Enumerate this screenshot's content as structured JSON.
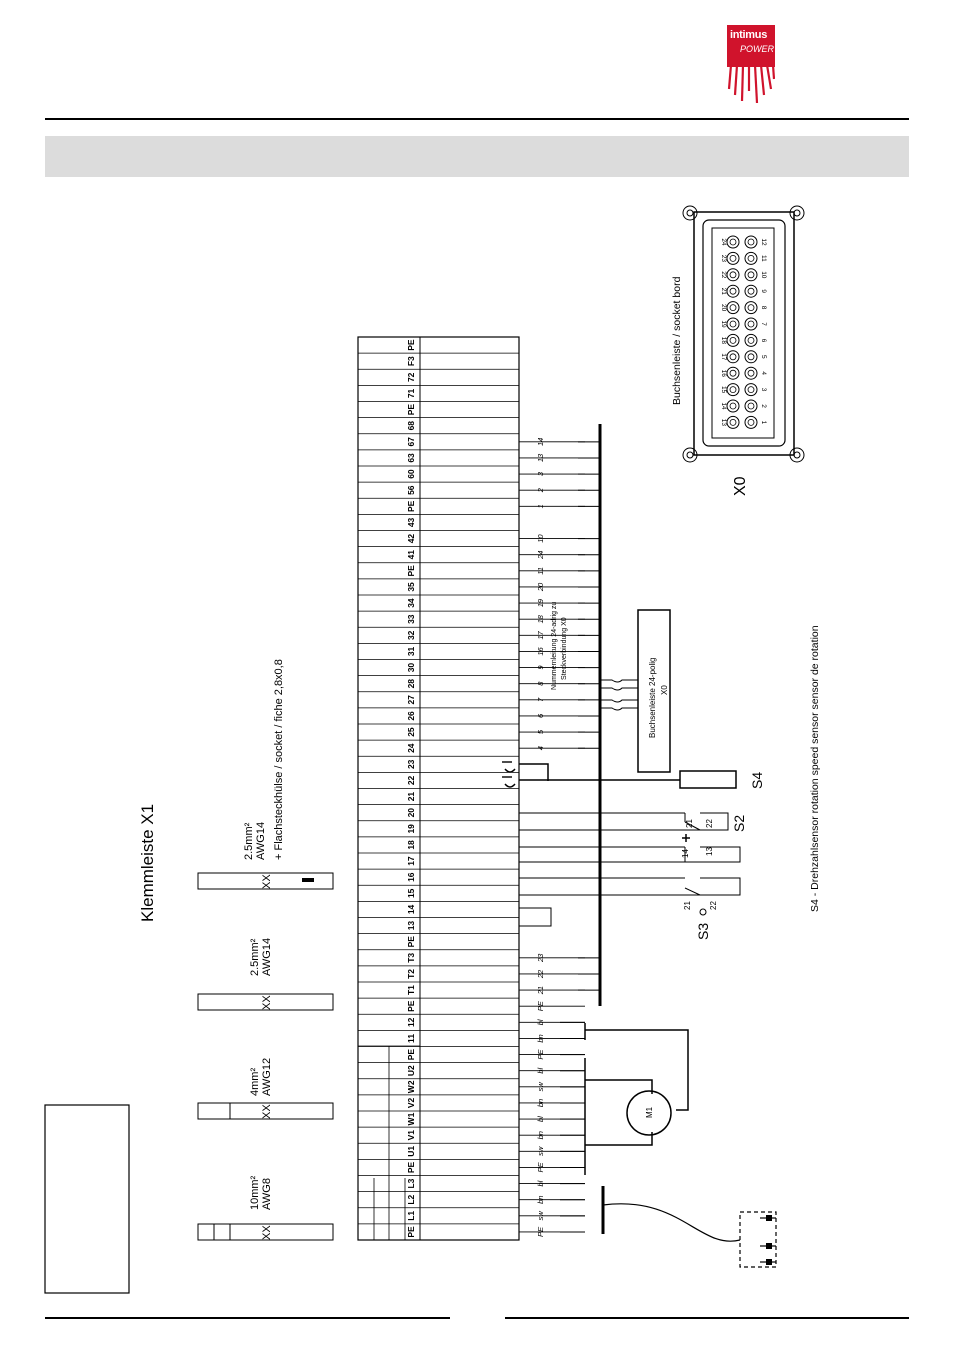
{
  "logo": {
    "brand": "intimus",
    "sub": "POWER",
    "color": "#d0132c"
  },
  "title": "Klemmleiste  X1",
  "terminals": [
    "PE",
    "L1",
    "L2",
    "L3",
    "PE",
    "U1",
    "V1",
    "W1",
    "V2",
    "W2",
    "U2",
    "PE",
    "11",
    "12",
    "PE",
    "T1",
    "T2",
    "T3",
    "PE",
    "13",
    "14",
    "15",
    "16",
    "17",
    "18",
    "19",
    "20",
    "21",
    "22",
    "23",
    "24",
    "25",
    "26",
    "27",
    "28",
    "30",
    "31",
    "32",
    "33",
    "34",
    "35",
    "PE",
    "41",
    "42",
    "43",
    "PE",
    "56",
    "60",
    "63",
    "67",
    "68",
    "PE",
    "71",
    "72",
    "F3",
    "PE"
  ],
  "wire_labels_low": [
    "PE",
    "sw",
    "bn",
    "bl",
    "PE",
    "sw",
    "bn",
    "bl",
    "bn",
    "sw",
    "bl",
    "PE",
    "bn",
    "bl",
    "PE",
    "21",
    "22",
    "23"
  ],
  "wire_labels_high": [
    {
      "t": "4",
      "i": 30
    },
    {
      "t": "5",
      "i": 31
    },
    {
      "t": "6",
      "i": 32
    },
    {
      "t": "7",
      "i": 33
    },
    {
      "t": "8",
      "i": 34
    },
    {
      "t": "9",
      "i": 35
    },
    {
      "t": "16",
      "i": 36
    },
    {
      "t": "17",
      "i": 37
    },
    {
      "t": "18",
      "i": 38
    },
    {
      "t": "19",
      "i": 39
    },
    {
      "t": "20",
      "i": 40
    },
    {
      "t": "11",
      "i": 41
    },
    {
      "t": "24",
      "i": 42
    },
    {
      "t": "10",
      "i": 43
    },
    {
      "t": "1",
      "i": 45
    },
    {
      "t": "2",
      "i": 46
    },
    {
      "t": "3",
      "i": 47
    },
    {
      "t": "13",
      "i": 48
    },
    {
      "t": "14",
      "i": 49
    }
  ],
  "specs": [
    {
      "line1": "10mm²",
      "line2": "AWG8",
      "line3": ""
    },
    {
      "line1": "4mm²",
      "line2": "AWG12",
      "line3": ""
    },
    {
      "line1": "2.5mm²",
      "line2": "AWG14",
      "line3": ""
    },
    {
      "line1": "2.5mm²",
      "line2": "AWG14",
      "line3": "+ Flachsteckhülse / socket / fiche 2,8x0,8"
    }
  ],
  "xx": "XX",
  "motor": "M1",
  "cable_note_1": "Nummernleitung  24-adrig zu",
  "cable_note_2": "Steckverbindung X0",
  "socket_box_1": "Buchsenleiste 24-polig",
  "socket_box_2": "X0",
  "s2": "S2",
  "s3": "S3",
  "s4": "S4",
  "s4_desc": "S4  - Drehzahlsensor   rotation speed sensor    sensor de rotation",
  "contacts": {
    "c21": "21",
    "c22": "22",
    "c14": "14",
    "c13": "13"
  },
  "x0_title": "X0",
  "x0_caption": "Buchsenleiste / socket bord",
  "x0_pins_left": [
    "1",
    "2",
    "3",
    "4",
    "5",
    "6",
    "7",
    "8",
    "9",
    "10",
    "11",
    "12"
  ],
  "x0_pins_right": [
    "13",
    "14",
    "15",
    "16",
    "17",
    "18",
    "19",
    "20",
    "21",
    "22",
    "23",
    "24"
  ]
}
